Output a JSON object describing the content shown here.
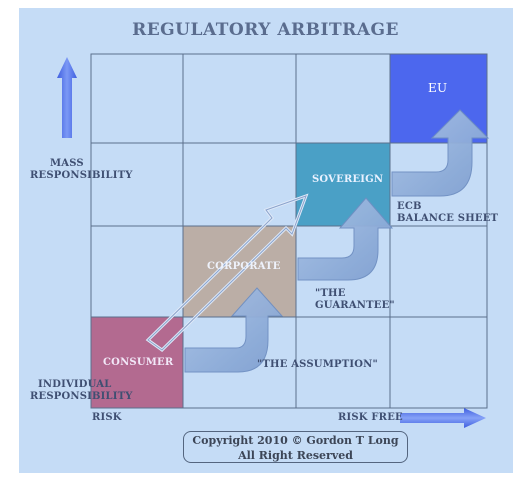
{
  "title": "REGULATORY ARBITRAGE",
  "axis": {
    "y_top_label": [
      "MASS",
      "RESPONSIBILITY"
    ],
    "y_bottom_label": [
      "INDIVIDUAL",
      "RESPONSIBILITY"
    ],
    "x_left_label": "RISK",
    "x_right_label": "RISK FREE"
  },
  "cells": {
    "eu": "EU",
    "sovereign": "SOVEREIGN",
    "corporate": "CORPORATE",
    "consumer": "CONSUMER"
  },
  "annotations": {
    "ecb": [
      "ECB",
      "BALANCE SHEET"
    ],
    "guarantee": [
      "\"THE",
      "GUARANTEE\""
    ],
    "assumption": "\"THE ASSUMPTION\""
  },
  "copyright": {
    "line1": "Copyright 2010 © Gordon T Long",
    "line2": "All Right Reserved"
  },
  "colors": {
    "background": "#c5dcf6",
    "eu": "#4c67ee",
    "sovereign": "#4aa0c6",
    "corporate": "#bbaea6",
    "consumer": "#b36a90",
    "arrow": "#8fb0d9",
    "axis_arrow": "#4d6ce8"
  }
}
